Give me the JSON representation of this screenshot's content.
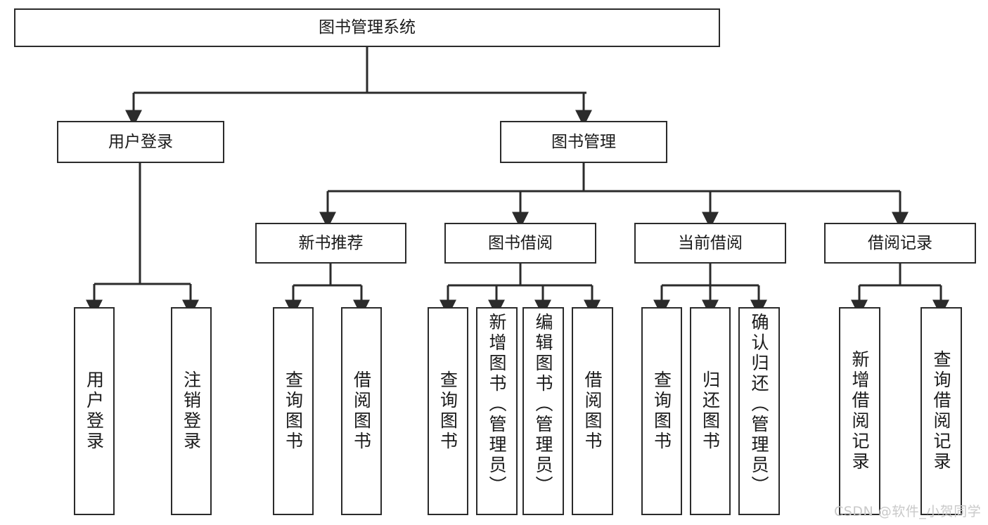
{
  "diagram": {
    "title": "图书管理系统",
    "type": "tree-hierarchy",
    "root": {
      "label": "图书管理系统"
    },
    "level2": [
      {
        "label": "用户登录"
      },
      {
        "label": "图书管理"
      }
    ],
    "level3": [
      {
        "label": "新书推荐"
      },
      {
        "label": "图书借阅"
      },
      {
        "label": "当前借阅"
      },
      {
        "label": "借阅记录"
      }
    ],
    "leaves": {
      "user_login": [
        {
          "label": "用户登录"
        },
        {
          "label": "注销登录"
        }
      ],
      "new_book_recommend": [
        {
          "label": "查询图书"
        },
        {
          "label": "借阅图书"
        }
      ],
      "book_borrow": [
        {
          "label": "查询图书"
        },
        {
          "label": "新增图书（管理员）"
        },
        {
          "label": "编辑图书（管理员）"
        },
        {
          "label": "借阅图书"
        }
      ],
      "current_borrow": [
        {
          "label": "查询图书"
        },
        {
          "label": "归还图书"
        },
        {
          "label": "确认归还（管理员）"
        }
      ],
      "borrow_record": [
        {
          "label": "新增借阅记录"
        },
        {
          "label": "查询借阅记录"
        }
      ]
    }
  },
  "watermark": {
    "text": "CSDN @软件_小贺同学"
  },
  "colors": {
    "border": "#2b2b2b",
    "text": "#1a1a1a",
    "background": "#ffffff",
    "watermark": "#c9c9c9"
  }
}
